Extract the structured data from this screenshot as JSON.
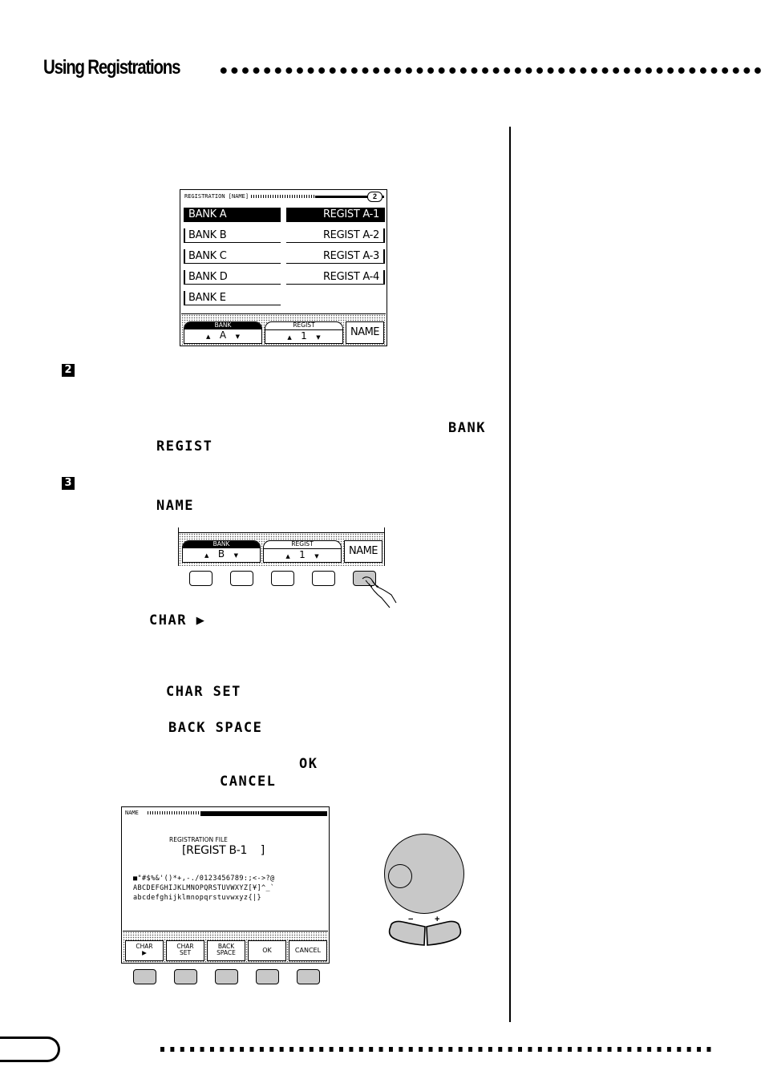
{
  "header": {
    "title": "Using Registrations"
  },
  "lcd1": {
    "title": "REGISTRATION [NAME]",
    "page": "2",
    "banks": [
      "BANK A",
      "BANK B",
      "BANK C",
      "BANK D",
      "BANK E"
    ],
    "regists": [
      "REGIST A-1",
      "REGIST A-2",
      "REGIST A-3",
      "REGIST A-4"
    ],
    "sk_bank_label": "BANK",
    "sk_bank_value": "A",
    "sk_regist_label": "REGIST",
    "sk_regist_value": "1",
    "sk_name": "NAME"
  },
  "step2": {
    "number": "2",
    "bank_word": "BANK",
    "regist_word": "REGIST"
  },
  "step3": {
    "number": "3",
    "name_word": "NAME"
  },
  "lcd2": {
    "sk_bank_label": "BANK",
    "sk_bank_value": "B",
    "sk_regist_label": "REGIST",
    "sk_regist_value": "1",
    "sk_name": "NAME"
  },
  "words": {
    "char": "CHAR ▶",
    "charset": "CHAR SET",
    "backspace": "BACK SPACE",
    "ok": "OK",
    "cancel": "CANCEL"
  },
  "lcd3": {
    "title": "NAME",
    "file_label": "REGISTRATION FILE",
    "file_name": "[REGIST B-1    ]",
    "chars_line1": "■\"#$%&'()*+,-./0123456789:;<->?@",
    "chars_line2": "ABCDEFGHIJKLMNOPQRSTUVWXYZ[¥]^_`",
    "chars_line3": "abcdefghijklmnopqrstuvwxyz{|}",
    "sk_char": "CHAR",
    "sk_char_arrow": "▶",
    "sk_charset_1": "CHAR",
    "sk_charset_2": "SET",
    "sk_back_1": "BACK",
    "sk_back_2": "SPACE",
    "sk_ok": "OK",
    "sk_cancel": "CANCEL"
  },
  "dial": {
    "minus": "−",
    "plus": "+"
  }
}
